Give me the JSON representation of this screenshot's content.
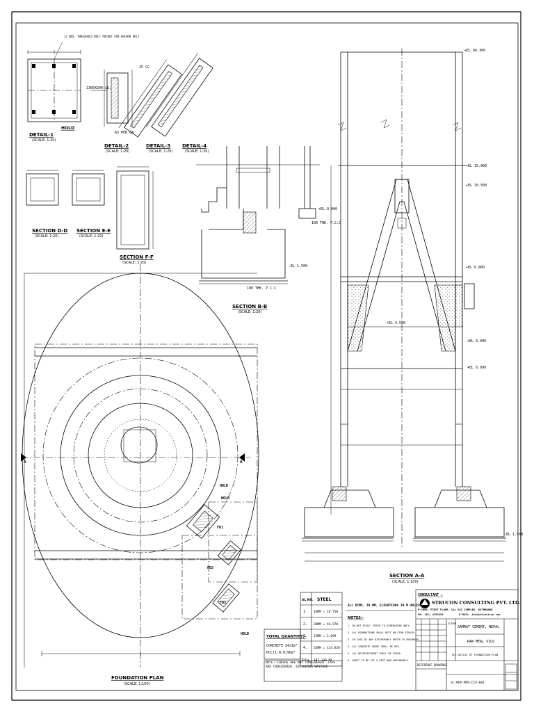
{
  "details": {
    "detail1": {
      "title": "DETAIL-1",
      "scale": "(SCALE: 1:20)",
      "note": "12 NOS. THRESHOLD BOLT POCKET FOR ANCHOR BOLT"
    },
    "detail2": {
      "title": "DETAIL-2",
      "scale": "(SCALE: 1:20)"
    },
    "detail3": {
      "title": "DETAIL-3",
      "scale": "(SCALE: 1:20)"
    },
    "detail4": {
      "title": "DETAIL-4",
      "scale": "(SCALE: 1:20)"
    },
    "sectionD": {
      "title": "SECTION D-D",
      "scale": "(SCALE: 1:20)"
    },
    "sectionE": {
      "title": "SECTION E-E",
      "scale": "(SCALE: 1:20)"
    },
    "sectionF": {
      "title": "SECTION F-F",
      "scale": "(SCALE: 1:20)"
    },
    "sectionB": {
      "title": "SECTION B-B",
      "scale": "(SCALE: 1:20)"
    },
    "sectionA": {
      "title": "SECTION A-A",
      "scale": "(SCALE: 1:100)"
    },
    "foundationPlan": {
      "title": "FOUNDATION PLAN",
      "scale": "(SCALE: 1:100)"
    }
  },
  "levels": {
    "top": "+EL 49.300",
    "mid1": "+EL 15.800",
    "mid2": "+EL 10.500",
    "mid3": "+EL 6.800",
    "mid4": "+EL 4.500",
    "mid5": "+EL 3.000",
    "ground": "+EL 0.000",
    "bottom": "-EL 1.500",
    "sectionB1": "+EL 0.000",
    "sectionB2": "-EL 1.500"
  },
  "planLabels": {
    "leftA": "A",
    "rightA": "A",
    "fd1": "FD1",
    "fd2": "FD2",
    "fd3": "FD3",
    "hold1": "HOLD",
    "hold2": "HOLD",
    "hold3": "HOLD"
  },
  "steelTable": {
    "headers": [
      "SL NO.",
      "STEEL"
    ],
    "rows": [
      [
        "1.",
        "16MM = 18.750"
      ],
      [
        "2.",
        "20MM = 40.570"
      ],
      [
        "3.",
        "25MM = 2.099"
      ],
      [
        "4.",
        "32MM = 124.820"
      ],
      [
        "TOTAL",
        "187.140 MT"
      ]
    ]
  },
  "quantity": {
    "title": "TOTAL QUANTITY:-",
    "concrete_label": "CONCRETE",
    "concrete_value": "2421m³",
    "pcc_label": "PCC(1:4:8)",
    "pcc_value": "96m³"
  },
  "quantityNote": "NOTE:-CHAIRS ARE NOT CONSIDERED. LAPS ARE CONSIDERED. EXCLUDING WASTAGE",
  "notes": {
    "heading": "ALL DIMS. IN MM, ELEVATIONS IN M UNLESS",
    "title": "NOTES:-",
    "items": [
      "1. DO NOT SCALE. REFER TO DIMENSIONS ONLY.",
      "2. ALL FOUNDATIONS SHALL REST ON FIRM STRATA.",
      "3. IN CASE OF ANY DISCREPANCY REFER TO ENGINEER.",
      "4. ALL CONCRETE GRADE SHALL BE M25.",
      "5. ALL REINFORCEMENT SHALL BE FE500.",
      "6. GROUT TO BE CUT & KEPT NON SHRINKABLE."
    ]
  },
  "titleBlock": {
    "consultant_label": "CONSULTANT :",
    "company": "STRUCON CONSULTING PVT. LTD.",
    "address": "B-2000, FIRST FLOOR, LAL SAI COMPLEX, KATHMANDU",
    "phone": "PH: (01) 4252XXX",
    "email": "E-MAIL: info@structcon.com",
    "client_label": "CLIENT",
    "client": "SAMRAT CEMENT, NEPAL",
    "project": "RAW MEAL SILO",
    "drawing_title": "RCC DETAIL OF FOUNDATION PLAN",
    "reference_label": "REFERENCE DRAWINGS",
    "drawing_no": "SC-MEP-RMS-CIV-001"
  },
  "colors": {
    "line": "#000000",
    "background": "#ffffff"
  }
}
